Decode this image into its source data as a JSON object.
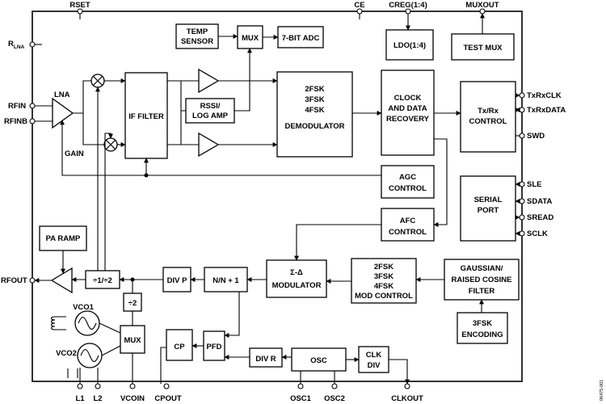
{
  "pins": {
    "rset": "RSET",
    "ce": "CE",
    "creg": "CREG(1:4)",
    "muxout": "MUXOUT",
    "r_main": "R",
    "r_sub": "LNA",
    "rfin": "RFIN",
    "rfinb": "RFINB",
    "rfout": "RFOUT",
    "txrxclk": "TxRxCLK",
    "txrxdata": "TxRxDATA",
    "swd": "SWD",
    "sle": "SLE",
    "sdata": "SDATA",
    "sread": "SREAD",
    "sclk": "SCLK",
    "l1": "L1",
    "l2": "L2",
    "vcoin": "VCOIN",
    "cpout": "CPOUT",
    "osc1": "OSC1",
    "osc2": "OSC2",
    "clkout": "CLKOUT"
  },
  "blocks": {
    "temp_sensor": [
      "TEMP",
      "SENSOR"
    ],
    "mux_top": "MUX",
    "adc": "7-BIT ADC",
    "ldo": "LDO(1:4)",
    "test_mux": "TEST MUX",
    "if_filter": "IF FILTER",
    "rssi": [
      "RSSI/",
      "LOG AMP"
    ],
    "demod": [
      "2FSK",
      "3FSK",
      "4FSK",
      "",
      "DEMODULATOR"
    ],
    "cdr": [
      "CLOCK",
      "AND DATA",
      "RECOVERY"
    ],
    "txrx": [
      "Tx/Rx",
      "CONTROL"
    ],
    "agc": [
      "AGC",
      "CONTROL"
    ],
    "afc": [
      "AFC",
      "CONTROL"
    ],
    "serial": [
      "SERIAL",
      "PORT"
    ],
    "pa_ramp": "PA RAMP",
    "div12": "÷1/÷2",
    "divp": "DIV P",
    "nn1": "N/N + 1",
    "sigma_delta": [
      "Σ-Δ",
      "MODULATOR"
    ],
    "mod_control": [
      "2FSK",
      "3FSK",
      "4FSK",
      "MOD CONTROL"
    ],
    "gaussian": [
      "GAUSSIAN/",
      "RAISED COSINE",
      "FILTER"
    ],
    "fsk3_enc": [
      "3FSK",
      "ENCODING"
    ],
    "div2": "÷2",
    "mux_vco": "MUX",
    "cp": "CP",
    "pfd": "PFD",
    "divr": "DIV R",
    "osc": "OSC",
    "clkdiv": [
      "CLK",
      "DIV"
    ]
  },
  "labels": {
    "lna": "LNA",
    "gain": "GAIN",
    "vco1": "VCO1",
    "vco2": "VCO2"
  },
  "figure_ref": "06475-001"
}
